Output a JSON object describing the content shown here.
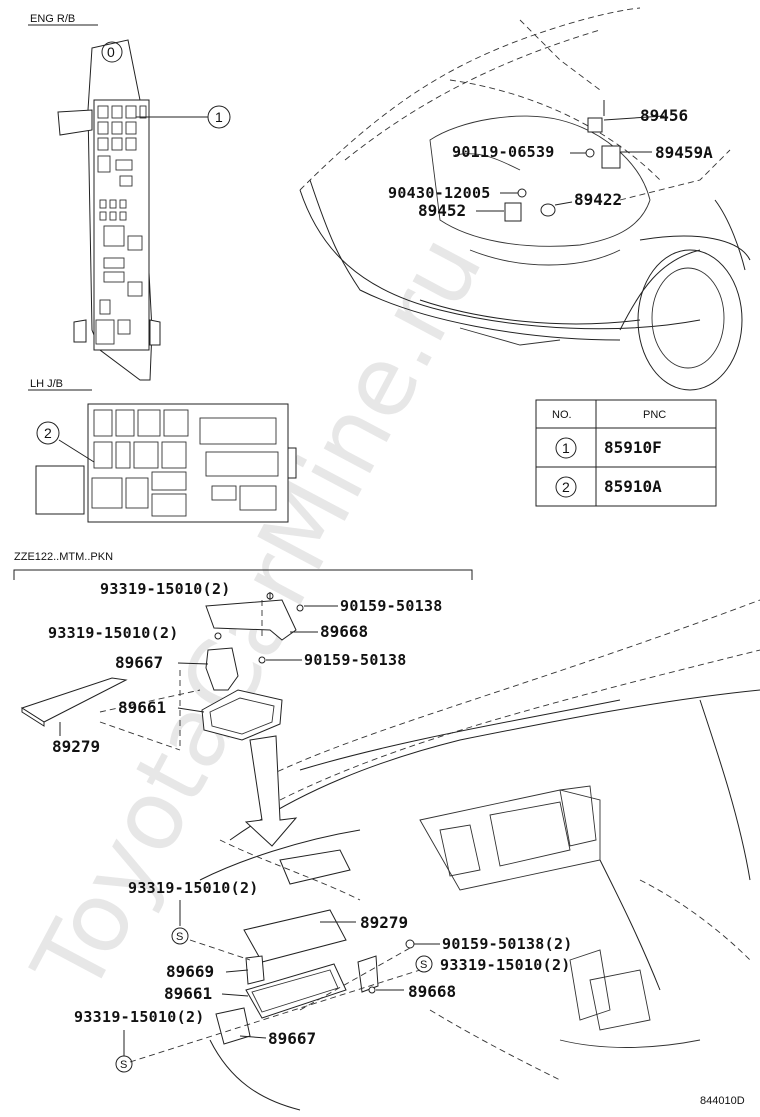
{
  "diagram": {
    "sections": {
      "eng_rb": "ENG R/B",
      "lh_jb": "LH J/B",
      "zze_mtm": "ZZE122..MTM..PKN"
    },
    "fuse_box_label": "0",
    "callouts": {
      "c1": "1",
      "c2": "2"
    },
    "engine_parts": {
      "p89456": "89456",
      "p90119": "90119-06539",
      "p89459a": "89459A",
      "p90430": "90430-12005",
      "p89422": "89422",
      "p89452": "89452"
    },
    "table": {
      "header_no": "NO.",
      "header_pnc": "PNC",
      "rows": [
        {
          "no": "1",
          "pnc": "85910F"
        },
        {
          "no": "2",
          "pnc": "85910A"
        }
      ]
    },
    "mtm_parts": {
      "b1": "93319-15010(2)",
      "n1": "90159-50138",
      "b2": "93319-15010(2)",
      "p89668": "89668",
      "p89667": "89667",
      "n2": "90159-50138",
      "p89661": "89661",
      "p89279": "89279"
    },
    "dash_parts": {
      "b3": "93319-15010(2)",
      "p89279": "89279",
      "n3": "90159-50138(2)",
      "b4": "93319-15010(2)",
      "p89669": "89669",
      "p89661": "89661",
      "p89668": "89668",
      "b5": "93319-15010(2)",
      "p89667": "89667",
      "s1": "S",
      "s2": "S",
      "s3": "S"
    },
    "watermark": "ToyotaCarMine.ru",
    "figure_id": "844010D"
  }
}
